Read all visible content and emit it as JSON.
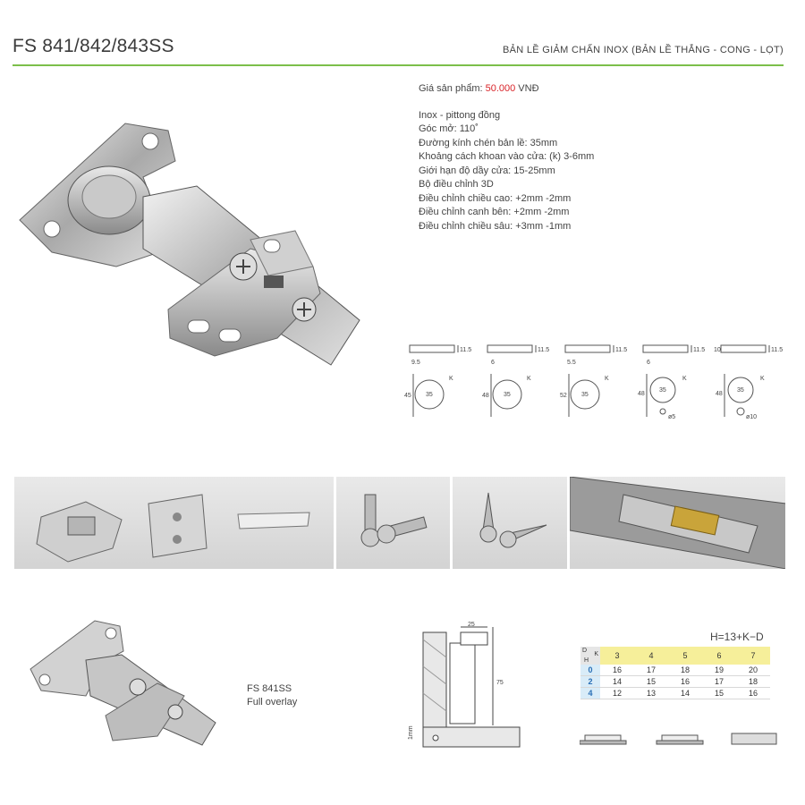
{
  "header": {
    "model_code": "FS 841/842/843SS",
    "subtitle": "BẢN LỀ GIẢM CHẤN INOX (BẢN LỀ THẲNG - CONG - LỌT)"
  },
  "specs": {
    "price_label": "Giá sản phẩm: ",
    "price_value": "50.000",
    "price_currency": " VNĐ",
    "lines": [
      "Inox - pittong đồng",
      "Góc mở: 110˚",
      "Đường kính chén bản lề: 35mm",
      "Khoảng cách khoan vào cửa: (k) 3-6mm",
      "Giới hạn độ dầy cửa: 15-25mm",
      "Bộ điều chỉnh 3D",
      "Điều chỉnh chiều cao: +2mm -2mm",
      "Điều chỉnh canh bên: +2mm -2mm",
      "Điều chỉnh chiều sâu: +3mm -1mm"
    ]
  },
  "drilling_diagrams": [
    {
      "top": "9.5",
      "h": "11.5",
      "side": "45",
      "cup": "35",
      "k": "K"
    },
    {
      "top": "6",
      "h": "11.5",
      "side": "48",
      "cup": "35",
      "k": "K"
    },
    {
      "top": "5.5",
      "h": "11.5",
      "side": "52",
      "cup": "35",
      "k": "K"
    },
    {
      "top": "6",
      "h": "11.5",
      "side": "48",
      "cup": "35",
      "k": "K",
      "hole": "ø5"
    },
    {
      "top": "10",
      "h": "11.5",
      "side": "48",
      "cup": "35",
      "k": "K",
      "hole": "ø10"
    }
  ],
  "variant": {
    "code": "FS 841SS",
    "name": "Full overlay"
  },
  "section_dims": {
    "width": "25",
    "height": "75",
    "gap": "1mm"
  },
  "overlay_table": {
    "formula": "H=13+K−D",
    "corner": {
      "d": "D",
      "k": "K",
      "h": "H"
    },
    "k_values": [
      "3",
      "4",
      "5",
      "6",
      "7"
    ],
    "rows": [
      {
        "d": "0",
        "values": [
          "16",
          "17",
          "18",
          "19",
          "20"
        ]
      },
      {
        "d": "2",
        "values": [
          "14",
          "15",
          "16",
          "17",
          "18"
        ]
      },
      {
        "d": "4",
        "values": [
          "12",
          "13",
          "14",
          "15",
          "16"
        ]
      }
    ]
  }
}
